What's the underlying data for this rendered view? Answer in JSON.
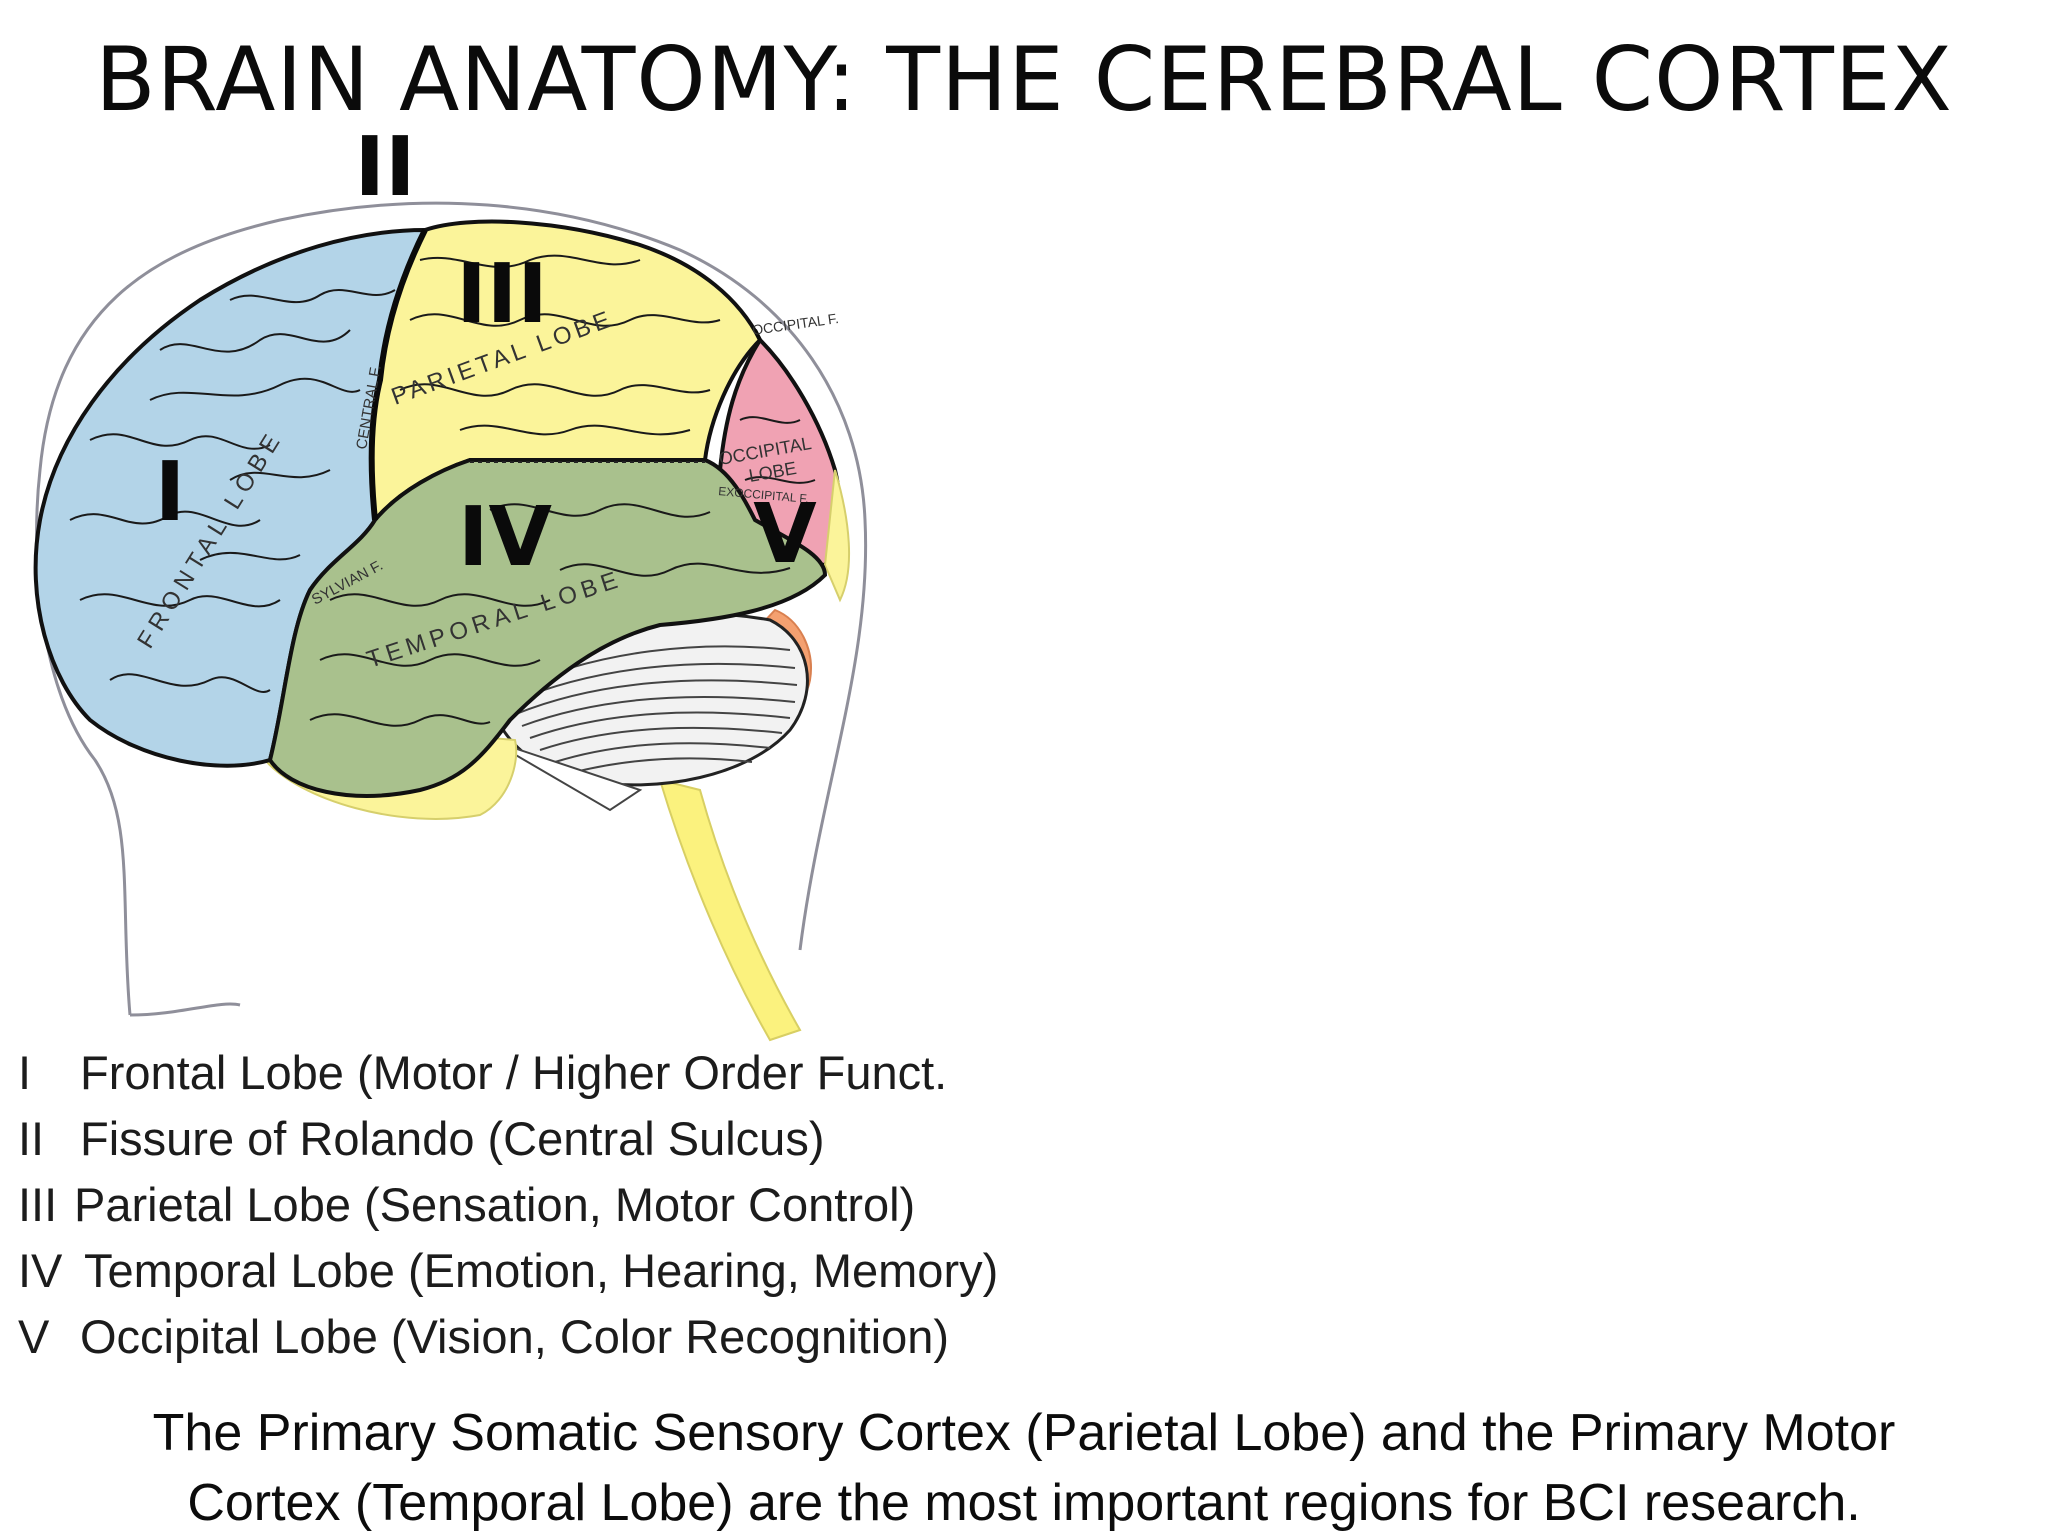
{
  "title": "BRAIN ANATOMY: THE CEREBRAL CORTEX",
  "diagram": {
    "numerals": {
      "fissure": "II",
      "frontal": "I",
      "parietal": "III",
      "temporal": "IV",
      "occipital": "V"
    },
    "region_labels": {
      "frontal_lobe": "FRONTAL LOBE",
      "parietal_lobe": "PARIETAL LOBE",
      "temporal_lobe": "TEMPORAL LOBE",
      "occipital_lobe_line1": "OCCIPITAL",
      "occipital_lobe_line2": "LOBE",
      "central_fissure": "CENTRAL F.",
      "sylvian_fissure": "SYLVIAN F.",
      "occipital_fissure": "OCCIPITAL F.",
      "exoccipital_fissure": "EXOCCIPITAL F."
    },
    "colors": {
      "frontal": "#b3d4e8",
      "parietal": "#fbf49a",
      "temporal": "#a9c18d",
      "occipital": "#f0a2b3",
      "cerebellum_edge": "#f4a070",
      "brainstem": "#fbf27e"
    }
  },
  "legend": [
    {
      "num": "I",
      "text": "Frontal Lobe (Motor / Higher Order Funct."
    },
    {
      "num": "II",
      "text": "Fissure of Rolando (Central Sulcus)"
    },
    {
      "num": "III",
      "text": "Parietal Lobe (Sensation, Motor Control)"
    },
    {
      "num": "IV",
      "text": "Temporal Lobe (Emotion, Hearing, Memory)"
    },
    {
      "num": "V",
      "text": "Occipital Lobe (Vision, Color Recognition)"
    }
  ],
  "footer": {
    "line1": "The Primary Somatic Sensory Cortex (Parietal Lobe) and the Primary Motor",
    "line2": "Cortex (Temporal Lobe) are the most important regions for BCI research."
  }
}
